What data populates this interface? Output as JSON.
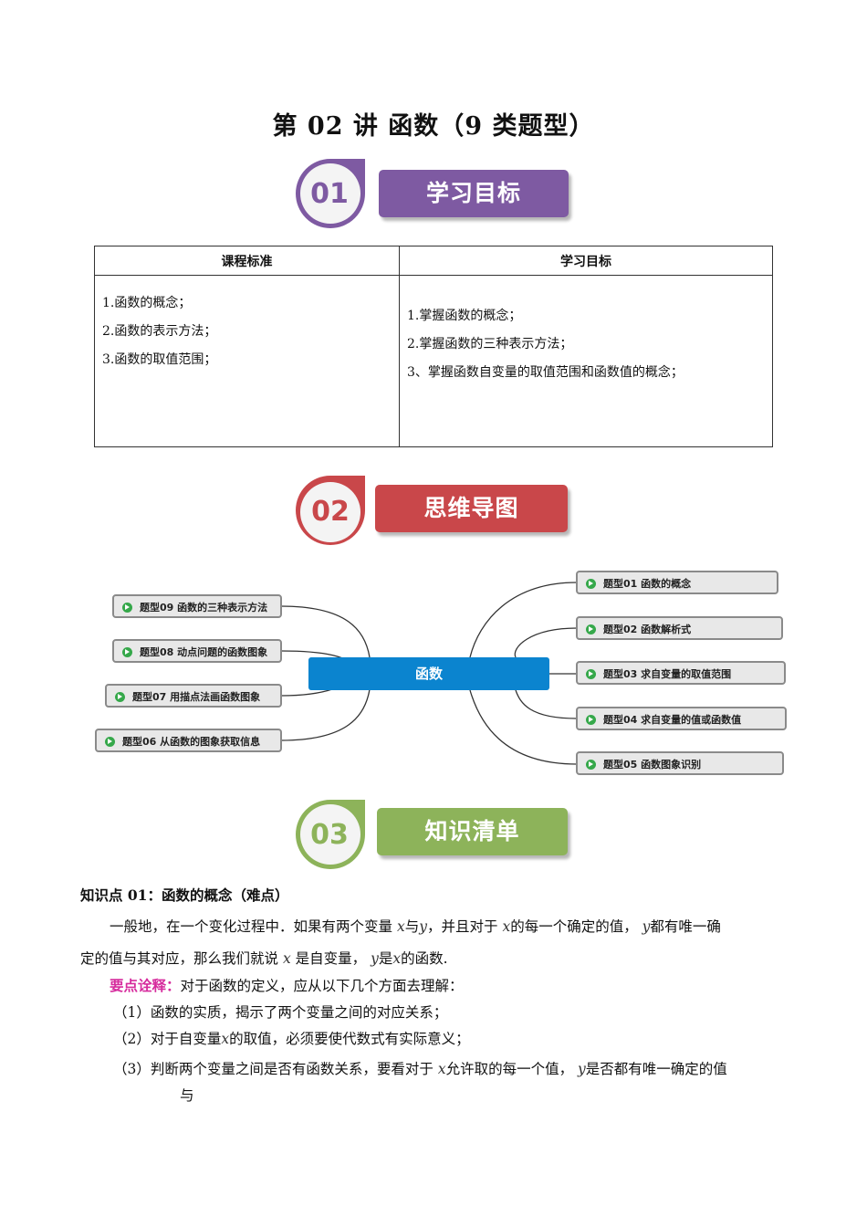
{
  "title": "第 02 讲  函数（9 类题型）",
  "sections": [
    {
      "num": "01",
      "label": "学习目标",
      "color": "#7e5aa2"
    },
    {
      "num": "02",
      "label": "思维导图",
      "color": "#c9474a"
    },
    {
      "num": "03",
      "label": "知识清单",
      "color": "#8db35a"
    }
  ],
  "goals_table": {
    "headers": [
      "课程标准",
      "学习目标"
    ],
    "left": [
      "1.函数的概念；",
      "2.函数的表示方法；",
      "3.函数的取值范围；"
    ],
    "right": [
      "1.掌握函数的概念；",
      "2.掌握函数的三种表示方法；",
      "3、掌握函数自变量的取值范围和函数值的概念；"
    ]
  },
  "mindmap": {
    "center": "函数",
    "left_nodes": [
      "题型09 函数的三种表示方法",
      "题型08 动点问题的函数图象",
      "题型07 用描点法画函数图象",
      "题型06 从函数的图象获取信息"
    ],
    "right_nodes": [
      "题型01 函数的概念",
      "题型02 函数解析式",
      "题型03 求自变量的取值范围",
      "题型04 求自变量的值或函数值",
      "题型05 函数图象识别"
    ]
  },
  "knowledge": {
    "heading": "知识点 01：函数的概念（难点）",
    "p1_a": "一般地，在一个变化过程中．如果有两个变量",
    "var_x": "x",
    "var_y": "y",
    "p1_b": "与",
    "p1_c": "，并且对于",
    "p1_d": "的每一个确定的值，",
    "p1_e": "都有唯一确",
    "p2_a": "定的值与其对应，那么我们就说",
    "p2_b": "是自变量，",
    "p2_c": "是",
    "p2_d": "的函数.",
    "note_label": "要点诠释：",
    "note_text": "对于函数的定义，应从以下几个方面去理解：",
    "item1": "（1）函数的实质，揭示了两个变量之间的对应关系；",
    "item2_a": "（2）对于自变量",
    "item2_b": "的取值，必须要使代数式有实际意义；",
    "item3_a": "（3）判断两个变量之间是否有函数关系，要看对于",
    "item3_b": "允许取的每一个值，",
    "item3_c": "是否都有唯一确定的值",
    "item3_d": "与"
  }
}
